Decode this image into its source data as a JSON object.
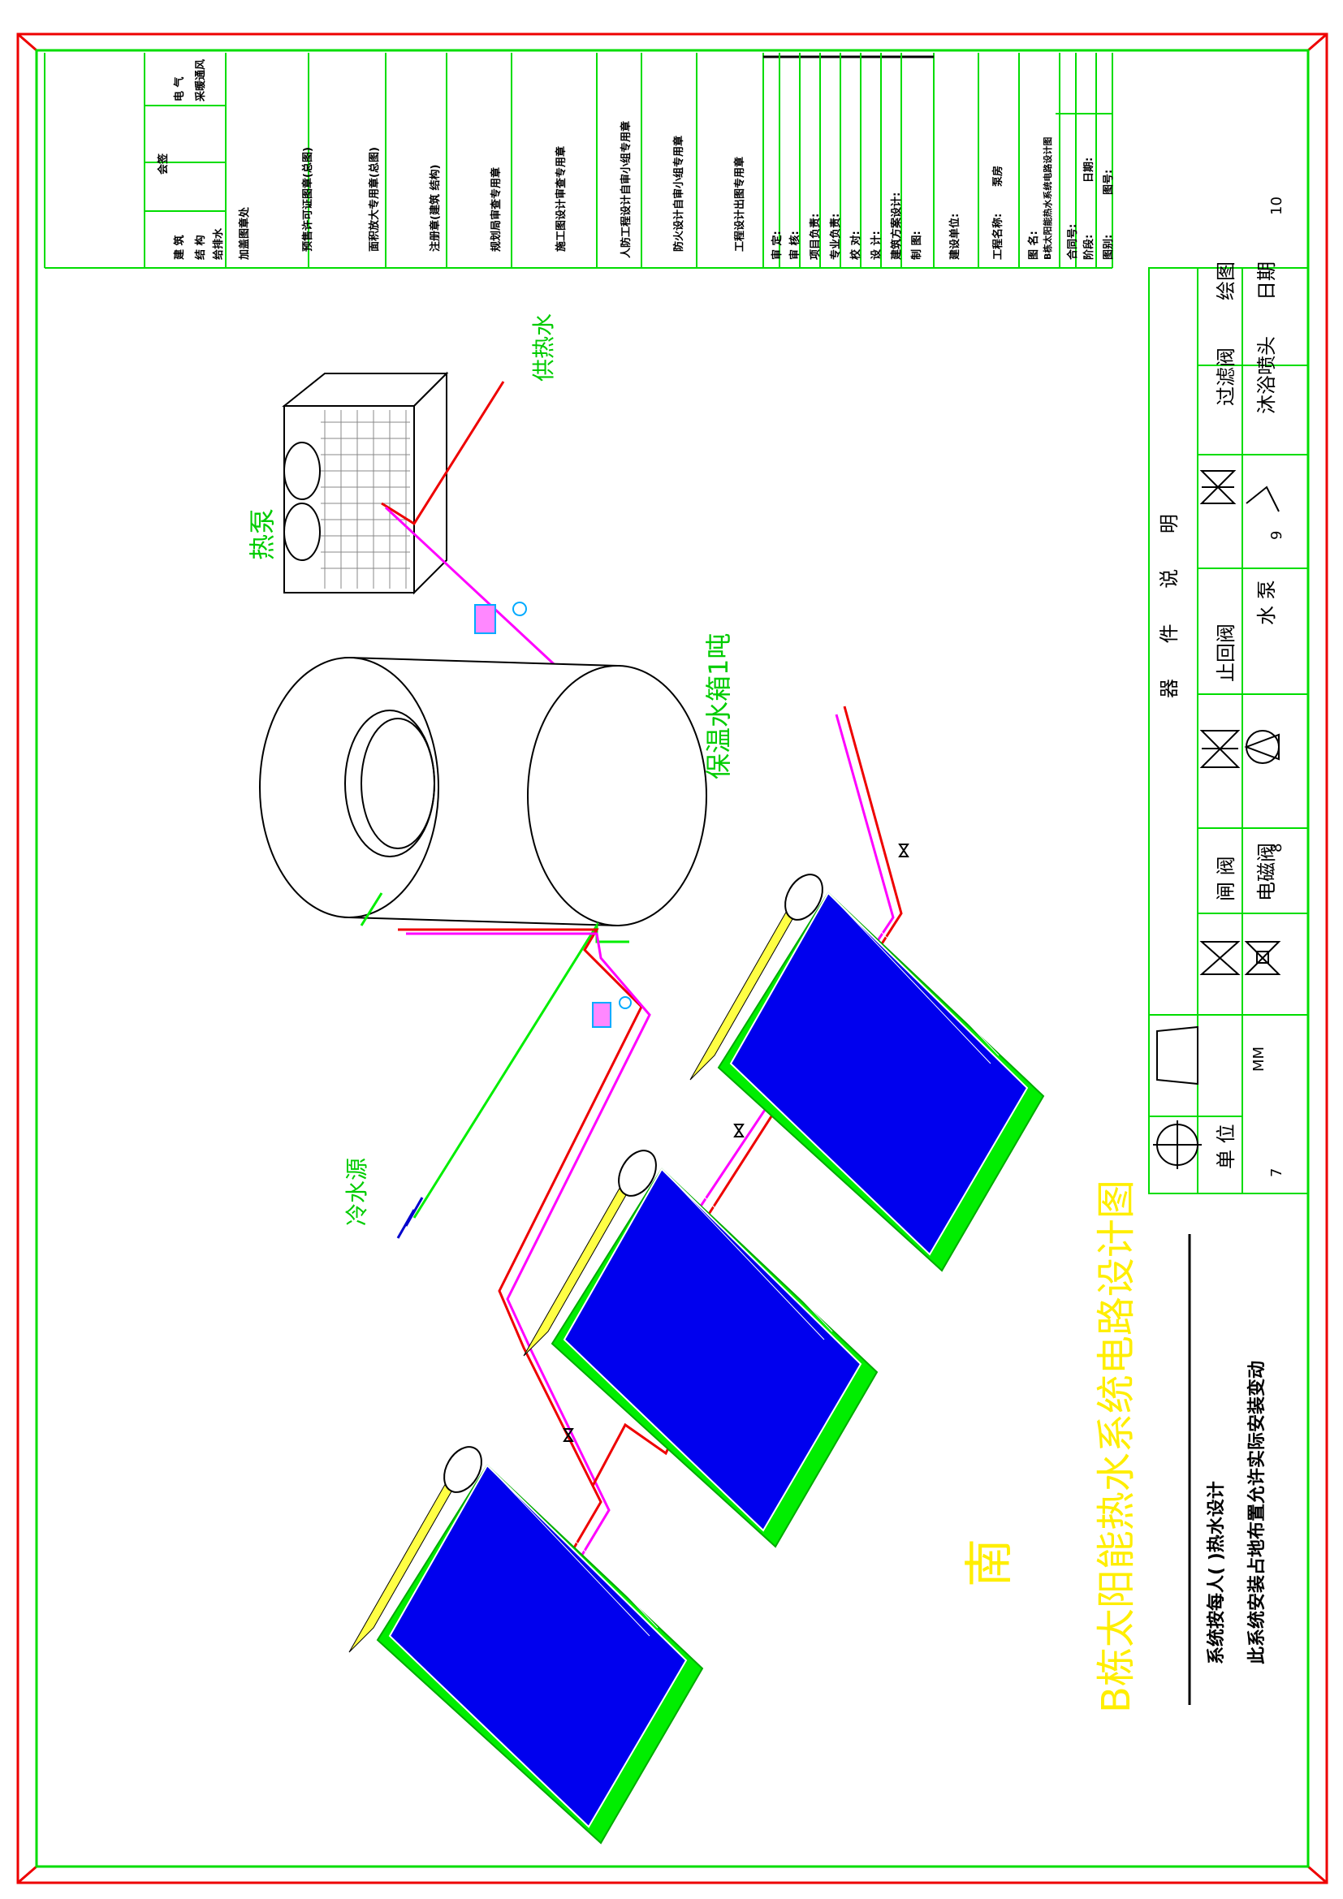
{
  "title": "B栋太阳能热水系统电路设计图",
  "direction_label": "南",
  "labels": {
    "heat_pump": "热泵",
    "hot_water_supply": "供热水",
    "insulated_tank": "保温水箱1吨",
    "cold_water_source": "冷水源"
  },
  "notes": {
    "installer": "系统按每人(      )热水设计",
    "placement": "此系统安装占地布置允许实际安装变动"
  },
  "legend": {
    "title": "器 件 说 明",
    "unit_label": "单  位",
    "unit_value": "MM",
    "items": [
      {
        "name": "闸 阀",
        "icon": "gate-valve-icon"
      },
      {
        "name": "电磁阀",
        "icon": "solenoid-valve-icon"
      },
      {
        "name": "止回阀",
        "icon": "check-valve-icon"
      },
      {
        "name": "水 泵",
        "icon": "water-pump-icon"
      },
      {
        "name": "过滤阀",
        "icon": "filter-valve-icon"
      },
      {
        "name": "沐浴喷头",
        "icon": "shower-head-icon"
      },
      {
        "name": "绘图",
        "icon": ""
      },
      {
        "name": "日期",
        "icon": ""
      }
    ],
    "column_numbers": [
      "7",
      "8",
      "9",
      "10"
    ]
  },
  "title_block": {
    "countersign": "会签",
    "disciplines": [
      "建  筑",
      "结  构",
      "给排水",
      "电  气",
      "采暖通风"
    ],
    "stamp_rows": [
      "加盖图章处",
      "预售许可证图章(总图)",
      "面积放大专用章(总图)",
      "注册章(建筑     结构)",
      "规划局审查专用章",
      "施工图设计审查专用章",
      "人防工程设计自审小组专用章",
      "防火设计自审小组专用章",
      "工程设计出图专用章"
    ],
    "roles": [
      "审  定:",
      "审  核:",
      "项目负责:",
      "专业负责:",
      "校  对:",
      "设  计:",
      "建筑方案设计:",
      "制  图:"
    ],
    "construction_unit": "建设单位:",
    "project_name": "工程名称:",
    "project_name_value": "泵房",
    "drawing_name": "图  名:",
    "drawing_name_value": "B栋太阳能热水系统电路设计图",
    "contract_no": "合同号:",
    "phase": "阶段:",
    "date": "日期:",
    "drawing_no": "图别:",
    "drawing_no_value": "图号:"
  },
  "colors": {
    "border": "#00dd00",
    "frame": "#ff0000",
    "hot_pipe": "#ee0000",
    "return_pipe": "#ff00ff",
    "cold_pipe": "#00ee00",
    "panel": "#0000ee",
    "tank_tube": "#ffff44",
    "label_green": "#00cc00",
    "title_yellow": "#ffee00"
  }
}
